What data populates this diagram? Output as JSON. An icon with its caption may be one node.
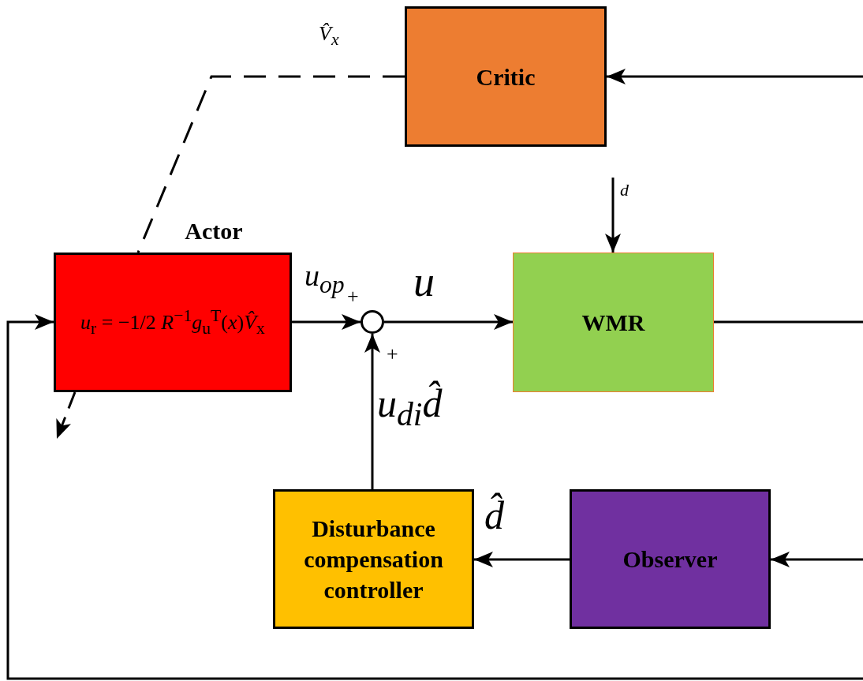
{
  "diagram": {
    "nodes": [
      {
        "text": [
          "Critic"
        ]
      },
      {
        "text": [
          "Actor",
          "*u*$_{r}$ = −1/2 *R*$^{−1}$*g*$_{u}$$^{T}$(*x*)*V̂*$_{x}$"
        ]
      },
      {
        "text": [],
        "shape": "circle"
      },
      {
        "text": [
          "WMR"
        ]
      },
      {
        "text": [
          "Disturbance compensation controller"
        ]
      },
      {
        "text": [
          "Observer"
        ]
      }
    ],
    "edges": [
      {
        "from": 0,
        "to": 1,
        "arrow": "none",
        "style": "dashed",
        "label": "V̂$_{x}$"
      },
      {
        "from": 1,
        "to": 2,
        "arrow": "to",
        "label": "u$_{op}$"
      },
      {
        "from": 2,
        "to": 3,
        "arrow": "to",
        "label": "u"
      },
      {
        "from": null,
        "to": 3,
        "arrow": "to",
        "label": "d"
      },
      {
        "from": 3,
        "to": null,
        "arrow": "none"
      },
      {
        "from": null,
        "to": 0,
        "arrow": "to"
      },
      {
        "from": null,
        "to": 5,
        "arrow": "to"
      },
      {
        "from": 5,
        "to": 4,
        "arrow": "to",
        "label": "d̂"
      },
      {
        "from": 4,
        "to": 2,
        "arrow": "to",
        "label": "u$_{di}$d̂"
      },
      {
        "from": null,
        "to": 1,
        "arrow": "to"
      }
    ],
    "labels": [
      "+",
      "+"
    ]
  }
}
